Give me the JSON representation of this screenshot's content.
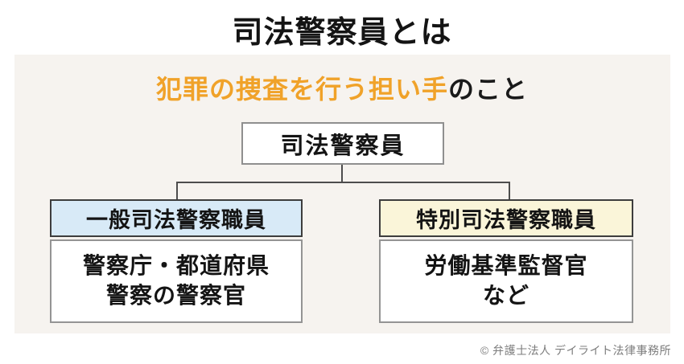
{
  "page": {
    "title": "司法警察員とは",
    "headline": {
      "highlight": "犯罪の捜査を行う担い手",
      "suffix": "のこと"
    },
    "footer": "© 弁護士法人 デイライト法律事務所"
  },
  "diagram": {
    "root": {
      "label": "司法警察員"
    },
    "branches": [
      {
        "header": "一般司法警察職員",
        "body_lines": [
          "警察庁・都道府県",
          "警察の警察官"
        ]
      },
      {
        "header": "特別司法警察職員",
        "body_lines": [
          "労働基準監督官",
          "など"
        ]
      }
    ]
  },
  "colors": {
    "accent_orange": "#f0a229",
    "panel_bg": "#f6f3ef",
    "general_header_bg": "#d8eaf7",
    "special_header_bg": "#faf5d9",
    "connector_line": "#4d4d4d"
  }
}
